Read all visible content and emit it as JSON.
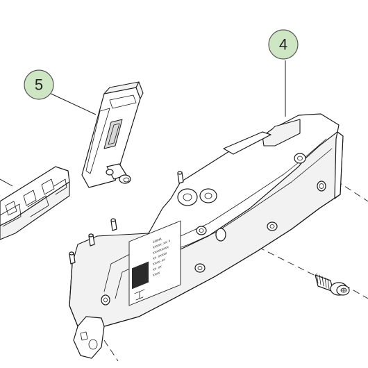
{
  "callouts": [
    {
      "number": "4"
    },
    {
      "number": "5"
    }
  ],
  "label_lines": [
    "1604A",
    "XXXXX-XX-X",
    "XXXXXXXXX",
    "XX XXXXX",
    "XXXX-XX",
    "XX XX",
    "XXXX"
  ],
  "colors": {
    "balloon_fill": "#cfe6c4",
    "line": "#1a1a1a",
    "background": "#ffffff"
  }
}
